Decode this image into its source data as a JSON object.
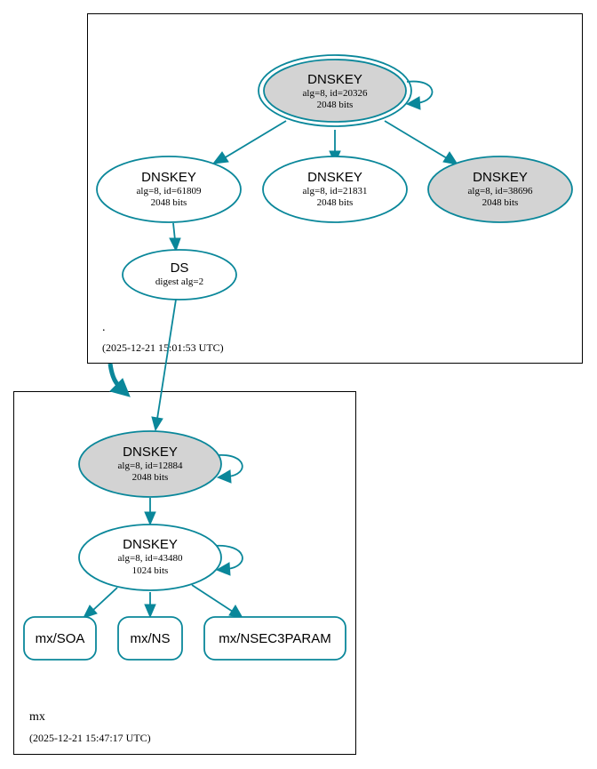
{
  "colors": {
    "edge": "#0a879a",
    "node_fill_default": "#ffffff",
    "node_fill_trust": "#d3d3d3"
  },
  "zones": {
    "root": {
      "name": ".",
      "timestamp": "(2025-12-21 15:01:53 UTC)"
    },
    "mx": {
      "name": "mx",
      "timestamp": "(2025-12-21 15:47:17 UTC)"
    }
  },
  "nodes": {
    "root_ksk": {
      "title": "DNSKEY",
      "line1": "alg=8, id=20326",
      "line2": "2048 bits",
      "trust_anchor": true
    },
    "root_zsk1": {
      "title": "DNSKEY",
      "line1": "alg=8, id=61809",
      "line2": "2048 bits"
    },
    "root_zsk2": {
      "title": "DNSKEY",
      "line1": "alg=8, id=21831",
      "line2": "2048 bits"
    },
    "root_ksk2": {
      "title": "DNSKEY",
      "line1": "alg=8, id=38696",
      "line2": "2048 bits"
    },
    "ds": {
      "title": "DS",
      "line1": "digest alg=2"
    },
    "mx_ksk": {
      "title": "DNSKEY",
      "line1": "alg=8, id=12884",
      "line2": "2048 bits"
    },
    "mx_zsk": {
      "title": "DNSKEY",
      "line1": "alg=8, id=43480",
      "line2": "1024 bits"
    },
    "rr_soa": {
      "title": "mx/SOA"
    },
    "rr_ns": {
      "title": "mx/NS"
    },
    "rr_nsec3param": {
      "title": "mx/NSEC3PARAM"
    }
  }
}
